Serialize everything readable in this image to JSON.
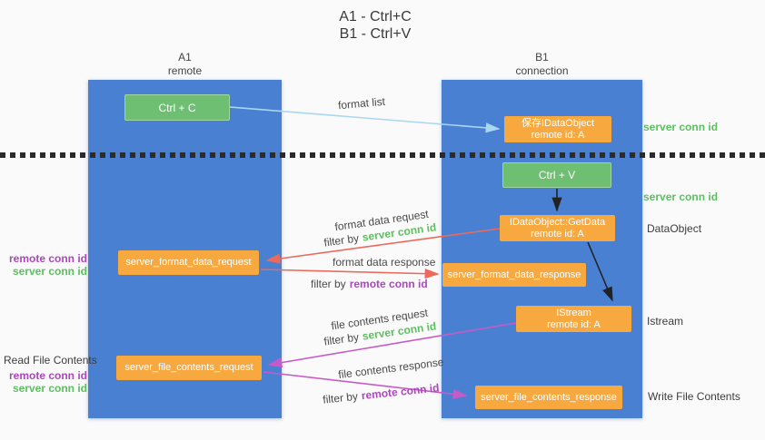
{
  "title": {
    "line1": "A1 - Ctrl+C",
    "line2": "B1 - Ctrl+V"
  },
  "lifelines": {
    "a1": {
      "id": "A1",
      "role": "remote"
    },
    "b1": {
      "id": "B1",
      "role": "connection"
    }
  },
  "nodes": {
    "ctrl_c": {
      "label": "Ctrl + C"
    },
    "ctrl_v": {
      "label": "Ctrl + V"
    },
    "save_dataobject": {
      "line1": "保存IDataObject",
      "line2": "remote id: A"
    },
    "getdata": {
      "line1": "IDataObject::GetData",
      "line2": "remote id: A"
    },
    "istream": {
      "line1": "IStream",
      "line2": "remote id: A"
    },
    "format_request": {
      "label": "server_format_data_request"
    },
    "format_response": {
      "label": "server_format_data_response"
    },
    "file_request": {
      "label": "server_file_contents_request"
    },
    "file_response": {
      "label": "server_file_contents_response"
    }
  },
  "arrow_labels": {
    "format_list": "format list",
    "format_data_request": "format data request",
    "format_data_response": "format data response",
    "file_contents_request": "file contents request",
    "file_contents_response": "file contents response",
    "filter_by": "filter by",
    "server_conn_id": "server conn id",
    "remote_conn_id": "remote conn id"
  },
  "side_labels": {
    "server_conn_id_top": "server conn id",
    "server_conn_id_mid": "server conn id",
    "dataobject": "DataObject",
    "istream": "Istream",
    "write_file_contents": "Write File Contents",
    "read_file_contents": "Read File Contents",
    "remote_conn_id_upper": "remote conn id",
    "server_conn_id_upper": "server conn id",
    "remote_conn_id_lower": "remote conn id",
    "server_conn_id_lower": "server conn id"
  },
  "colors": {
    "column_blue": "#4a80d2",
    "node_green": "#6fbf73",
    "node_orange": "#f7a940",
    "accent_green": "#5cbf60",
    "accent_purple": "#ab47bc",
    "arrow_red": "#ec6a5c",
    "arrow_magenta": "#c85ac8",
    "arrow_lightblue": "#a9d7f2",
    "arrow_black": "#222222",
    "background": "#fafafa"
  }
}
